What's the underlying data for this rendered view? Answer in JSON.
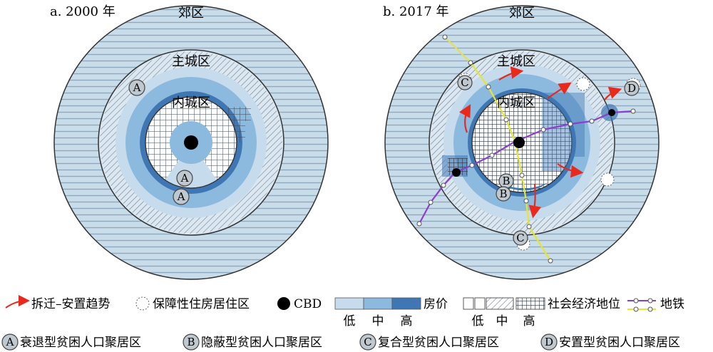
{
  "panel_a": {
    "title": "a. 2000 年",
    "suburb": "郊区",
    "main_city": "主城区",
    "inner_city": "内城区",
    "markers": [
      "A",
      "A",
      "A"
    ]
  },
  "panel_b": {
    "title": "b. 2017 年",
    "suburb": "郊区",
    "main_city": "主城区",
    "inner_city": "内城区",
    "markers": [
      "C",
      "D",
      "B",
      "B",
      "C"
    ]
  },
  "legend": {
    "trend": "拆迁–安置趋势",
    "affordable": "保障性住房居住区",
    "cbd": "CBD",
    "price": "房价",
    "price_levels": [
      "低",
      "中",
      "高"
    ],
    "ses": "社会经济地位",
    "ses_levels": [
      "低",
      "中",
      "高"
    ],
    "metro": "地铁",
    "types": [
      {
        "key": "A",
        "label": "衰退型贫困人口聚居区"
      },
      {
        "key": "B",
        "label": "隐蔽型贫困人口聚居区"
      },
      {
        "key": "C",
        "label": "复合型贫困人口聚居区"
      },
      {
        "key": "D",
        "label": "安置型贫困人口聚居区"
      }
    ]
  },
  "colors": {
    "price_low": "#c6dced",
    "price_mid": "#8cb9de",
    "price_high": "#3f77b4",
    "trend_arrow": "#e8291c",
    "metro_purple": "#8a3fd1",
    "metro_yellow": "#e6e62e"
  }
}
